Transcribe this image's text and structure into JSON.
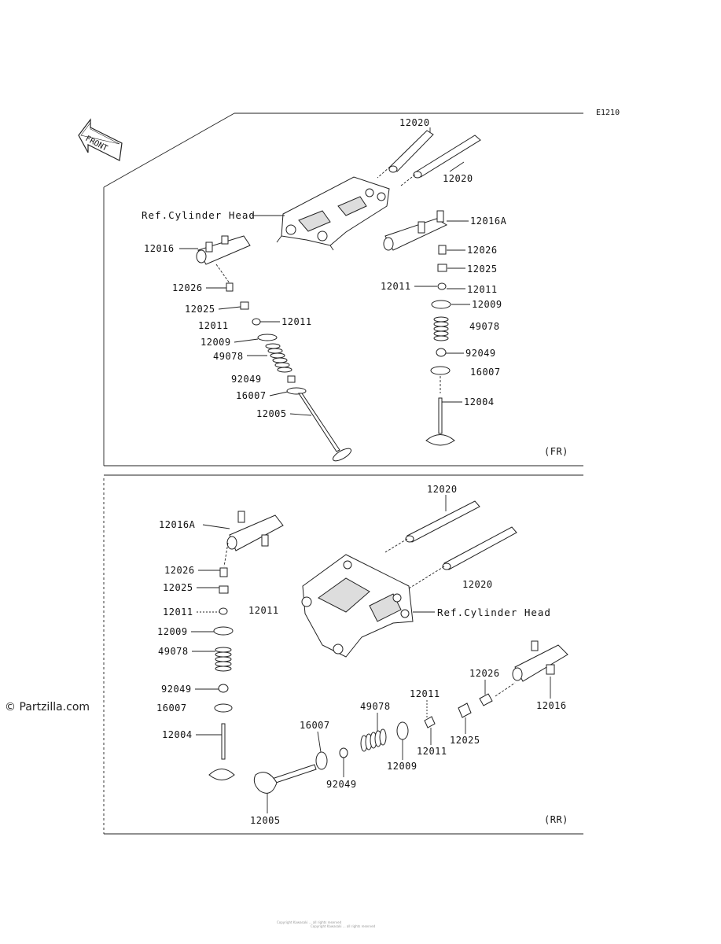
{
  "diagram": {
    "code": "E1210",
    "front_label": "FRONT",
    "watermark": "© Partzilla.com",
    "footer": [
      "Copyright Kawasaki ... all rights reserved",
      "Copyright Kawasaki ... all rights reserved"
    ],
    "section_fr": {
      "tag": "(FR)",
      "labels": {
        "rocker_shaft_top": "12020",
        "rocker_shaft_right": "12020",
        "ref_head": "Ref.Cylinder Head",
        "arm_left": "12016",
        "arm_right": "12016A",
        "l_12026": "12026",
        "l_12025": "12025",
        "l_12011a": "12011",
        "l_12011b": "12011",
        "l_12009": "12009",
        "l_49078": "49078",
        "l_92049": "92049",
        "l_16007": "16007",
        "l_12005": "12005",
        "r_12026": "12026",
        "r_12025": "12025",
        "r_12011a": "12011",
        "r_12011b": "12011",
        "r_12009": "12009",
        "r_49078": "49078",
        "r_92049": "92049",
        "r_16007": "16007",
        "r_12004": "12004"
      }
    },
    "section_rr": {
      "tag": "(RR)",
      "labels": {
        "shaft_top": "12020",
        "shaft_right": "12020",
        "ref_head": "Ref.Cylinder Head",
        "arm_left": "12016A",
        "l_12026": "12026",
        "l_12025": "12025",
        "l_12011a": "12011",
        "l_12011b": "12011",
        "l_12009": "12009",
        "l_49078": "49078",
        "l_92049": "92049",
        "l_16007": "16007",
        "l_12004": "12004",
        "arm_right": "12016",
        "b_12026": "12026",
        "b_12011a": "12011",
        "b_12011b": "12011",
        "b_12025": "12025",
        "b_49078": "49078",
        "b_16007": "16007",
        "b_92049": "92049",
        "b_12009": "12009",
        "b_12005": "12005"
      }
    }
  }
}
